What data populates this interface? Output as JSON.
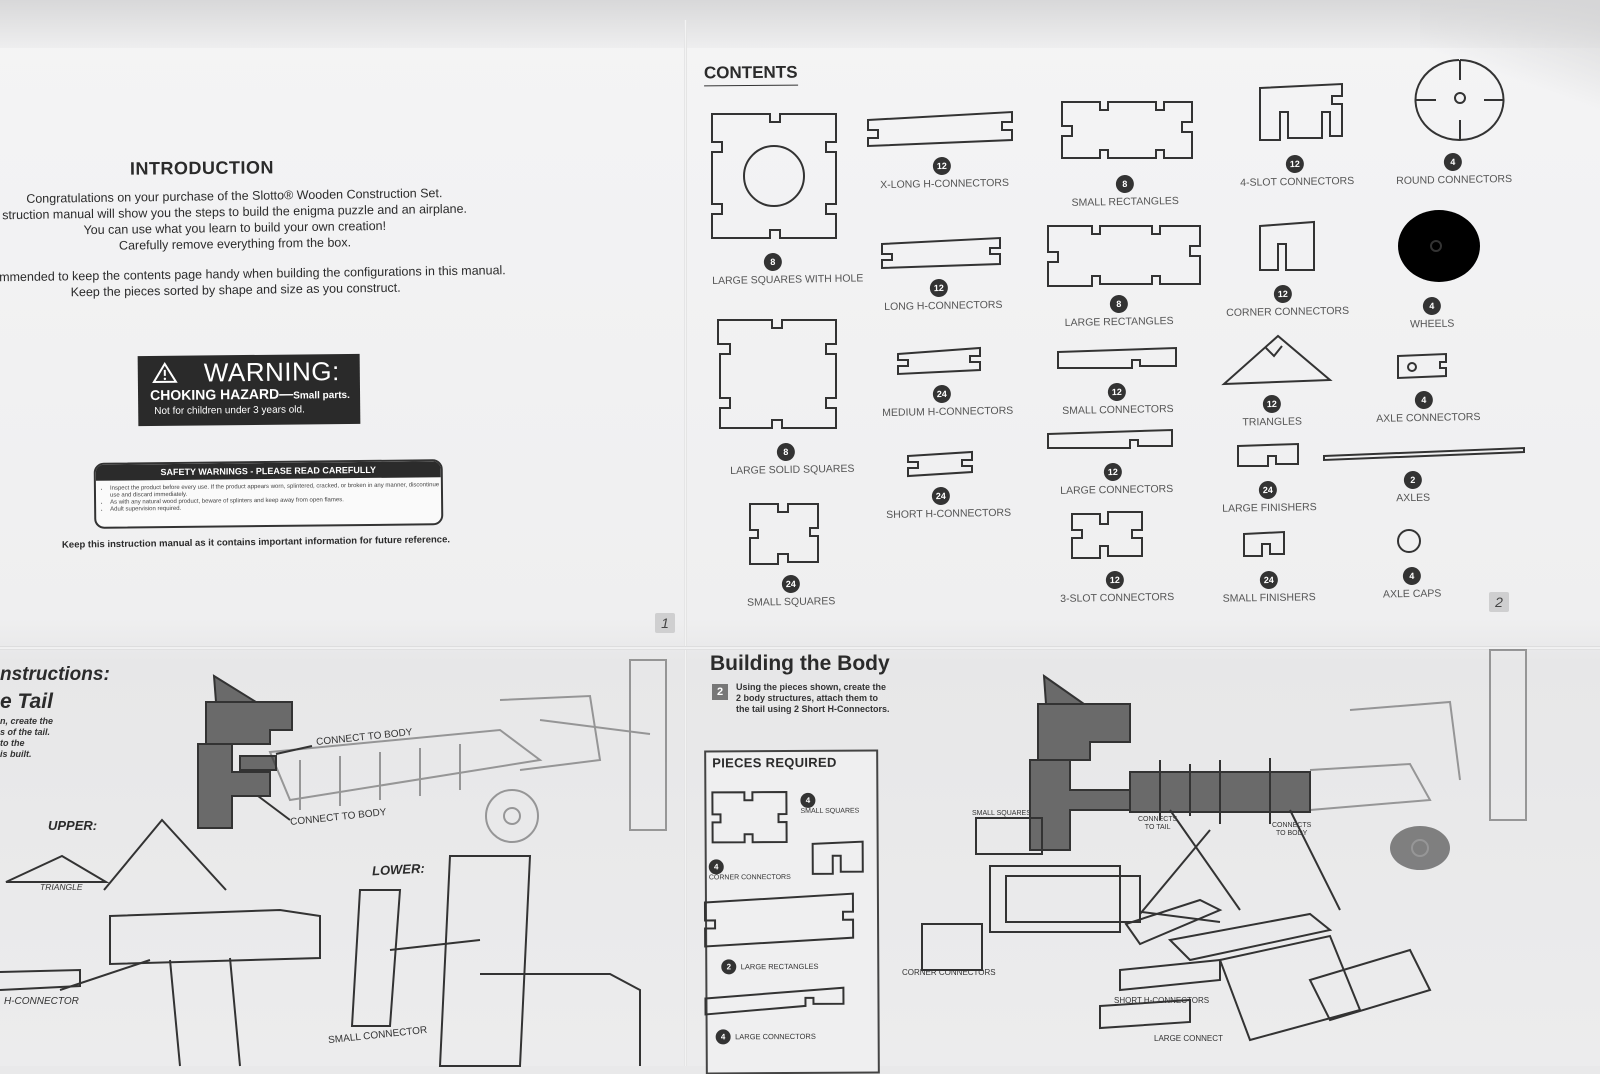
{
  "intro": {
    "title": "INTRODUCTION",
    "lines": [
      "Congratulations on your purchase of the Slotto® Wooden Construction Set.",
      "struction manual will show you the steps to build the enigma puzzle and an airplane.",
      "You can use what you learn to build your own creation!",
      "Carefully remove everything from the box.",
      "s recommended to keep the contents page handy when building the configurations in this manual.",
      "Keep the pieces sorted by shape and size as you construct."
    ]
  },
  "warning": {
    "title": "WARNING:",
    "hazard": "CHOKING HAZARD—",
    "hazard_small": "Small parts.",
    "age": "Not for children under 3 years old."
  },
  "safety": {
    "header": "SAFETY WARNINGS - PLEASE READ CAREFULLY",
    "items": [
      "Inspect the product before every use. If the product appears worn, splintered, cracked, or broken in any manner, discontinue use and discard immediately.",
      "As with any natural wood product, beware of splinters and keep away from open flames.",
      "Adult supervision required."
    ]
  },
  "keep_note": "Keep this instruction manual as it contains important information for future reference.",
  "page_numbers": {
    "left": "1",
    "right": "2"
  },
  "contents": {
    "title": "CONTENTS",
    "parts": [
      {
        "count": "8",
        "label": "LARGE SQUARES WITH HOLE"
      },
      {
        "count": "12",
        "label": "X-LONG H-CONNECTORS"
      },
      {
        "count": "8",
        "label": "SMALL RECTANGLES"
      },
      {
        "count": "12",
        "label": "4-SLOT CONNECTORS"
      },
      {
        "count": "4",
        "label": "ROUND CONNECTORS"
      },
      {
        "count": "12",
        "label": "LONG H-CONNECTORS"
      },
      {
        "count": "8",
        "label": "LARGE RECTANGLES"
      },
      {
        "count": "12",
        "label": "CORNER CONNECTORS"
      },
      {
        "count": "4",
        "label": "WHEELS"
      },
      {
        "count": "8",
        "label": "LARGE SOLID SQUARES"
      },
      {
        "count": "24",
        "label": "MEDIUM H-CONNECTORS"
      },
      {
        "count": "12",
        "label": "SMALL CONNECTORS"
      },
      {
        "count": "12",
        "label": "TRIANGLES"
      },
      {
        "count": "4",
        "label": "AXLE CONNECTORS"
      },
      {
        "count": "24",
        "label": "SHORT H-CONNECTORS"
      },
      {
        "count": "12",
        "label": "LARGE CONNECTORS"
      },
      {
        "count": "24",
        "label": "LARGE FINISHERS"
      },
      {
        "count": "2",
        "label": "AXLES"
      },
      {
        "count": "24",
        "label": "SMALL SQUARES"
      },
      {
        "count": "12",
        "label": "3-SLOT CONNECTORS"
      },
      {
        "count": "24",
        "label": "SMALL FINISHERS"
      },
      {
        "count": "4",
        "label": "AXLE CAPS"
      }
    ]
  },
  "lower_left": {
    "title": "nstructions:",
    "subtitle": "e Tail",
    "step_text": [
      "n, create the",
      "s of the tail.",
      "to the",
      "is built."
    ],
    "connect_upper": "CONNECT TO BODY",
    "connect_lower": "CONNECT TO BODY",
    "upper": "UPPER:",
    "lower": "LOWER:",
    "triangle": "TRIANGLE",
    "h_connector": "H-CONNECTOR",
    "small_connector": "SMALL CONNECTOR"
  },
  "lower_right": {
    "title": "Building the Body",
    "step": "2",
    "step_text": [
      "Using the pieces shown, create the",
      "2 body structures, attach them to",
      "the tail using 2 Short H-Connectors."
    ],
    "pieces_title": "PIECES REQUIRED",
    "pieces": [
      {
        "count": "4",
        "label": "SMALL SQUARES"
      },
      {
        "count": "4",
        "label": "CORNER CONNECTORS"
      },
      {
        "count": "2",
        "label": "LARGE RECTANGLES"
      },
      {
        "count": "4",
        "label": "LARGE CONNECTORS"
      }
    ],
    "small_squares": "SMALL SQUARES",
    "connects_tail": [
      "CONNECTS",
      "TO TAIL"
    ],
    "connects_body": [
      "CONNECTS",
      "TO BODY"
    ],
    "corner_connectors": "CORNER CONNECTORS",
    "short_h": "SHORT H-CONNECTORS",
    "large_conn": "LARGE CONNECT"
  }
}
